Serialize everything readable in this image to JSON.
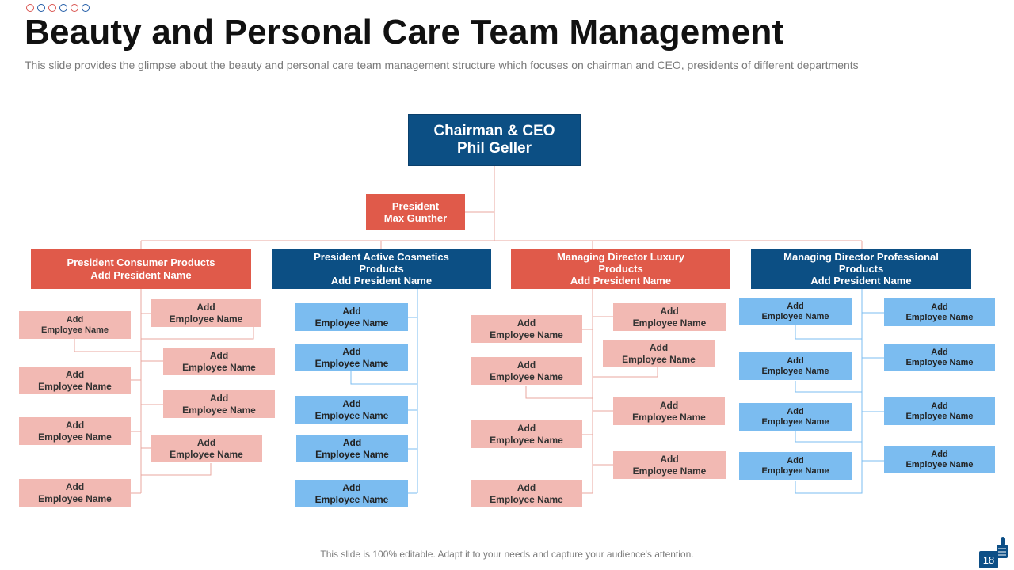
{
  "header": {
    "title": "Beauty and Personal Care Team Management",
    "subtitle": "This slide provides the glimpse about the beauty and personal care team management structure which focuses on chairman and CEO, presidents of different departments"
  },
  "chart": {
    "ceo": {
      "role": "Chairman & CEO",
      "name": "Phil Geller"
    },
    "president": {
      "role": "President",
      "name": "Max Gunther"
    },
    "divisions": [
      {
        "title": "President Consumer Products",
        "name": "Add President Name"
      },
      {
        "title": "President Active Cosmetics Products",
        "name": "Add President Name"
      },
      {
        "title": "Managing Director Luxury Products",
        "name": "Add President Name"
      },
      {
        "title": "Managing Director Professional Products",
        "name": "Add President Name"
      }
    ],
    "employee_label": "Add\nEmployee Name"
  },
  "footer": {
    "note": "This slide is 100% editable. Adapt it to your needs and capture your audience's attention.",
    "page": "18"
  },
  "colors": {
    "navy": "#0c4f84",
    "red": "#e05a4a",
    "pink": "#f2b9b3",
    "sky": "#7bbcf0"
  }
}
